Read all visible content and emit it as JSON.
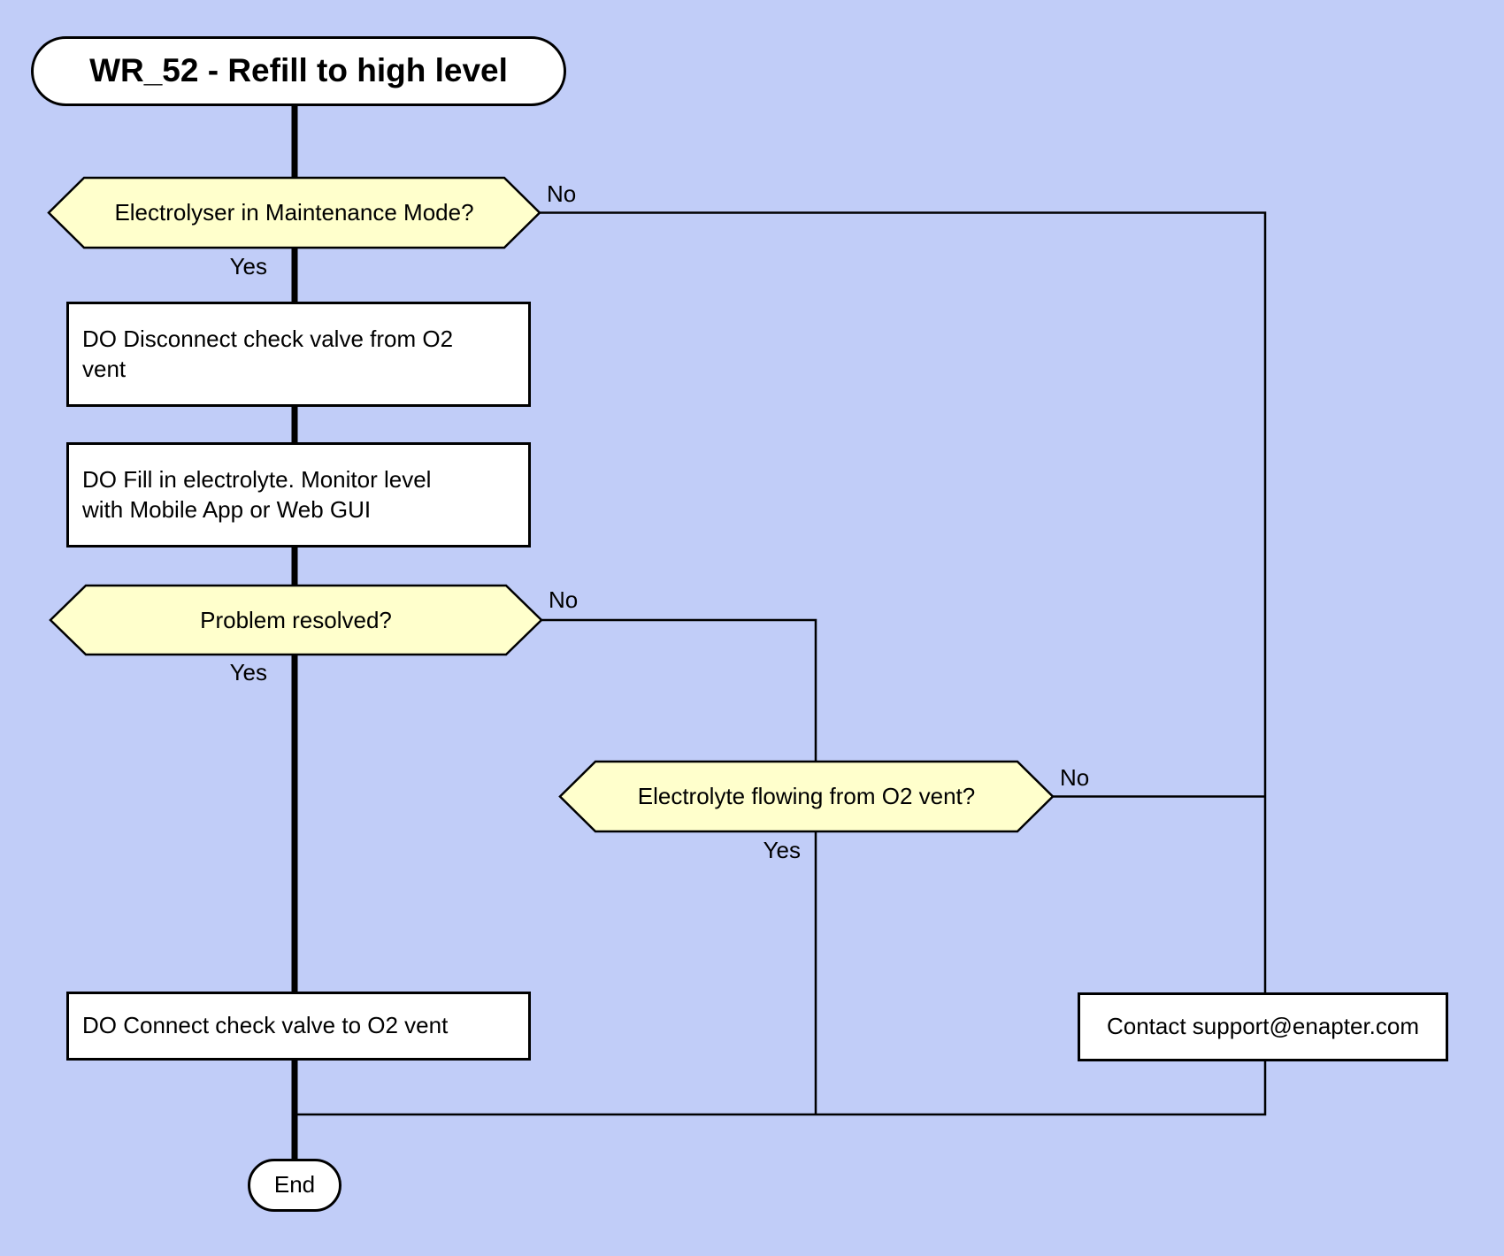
{
  "diagram": {
    "title": "WR_52 - Refill to high level",
    "colors": {
      "background": "#c1cdf8",
      "decision_fill": "#ffffcc",
      "process_fill": "#ffffff",
      "line": "#000000"
    },
    "decisions": [
      {
        "label": "Electrolyser in Maintenance Mode?",
        "yes": "Yes",
        "no": "No"
      },
      {
        "label": "Problem resolved?",
        "yes": "Yes",
        "no": "No"
      },
      {
        "label": "Electrolyte flowing from O2 vent?",
        "yes": "Yes",
        "no": "No"
      }
    ],
    "processes": [
      {
        "label": "DO Disconnect check valve from O2\nvent"
      },
      {
        "label": "DO Fill in electrolyte. Monitor level\nwith Mobile App or Web GUI"
      },
      {
        "label": "DO Connect check valve to O2 vent"
      },
      {
        "label": "Contact support@enapter.com"
      }
    ],
    "end_label": "End"
  }
}
